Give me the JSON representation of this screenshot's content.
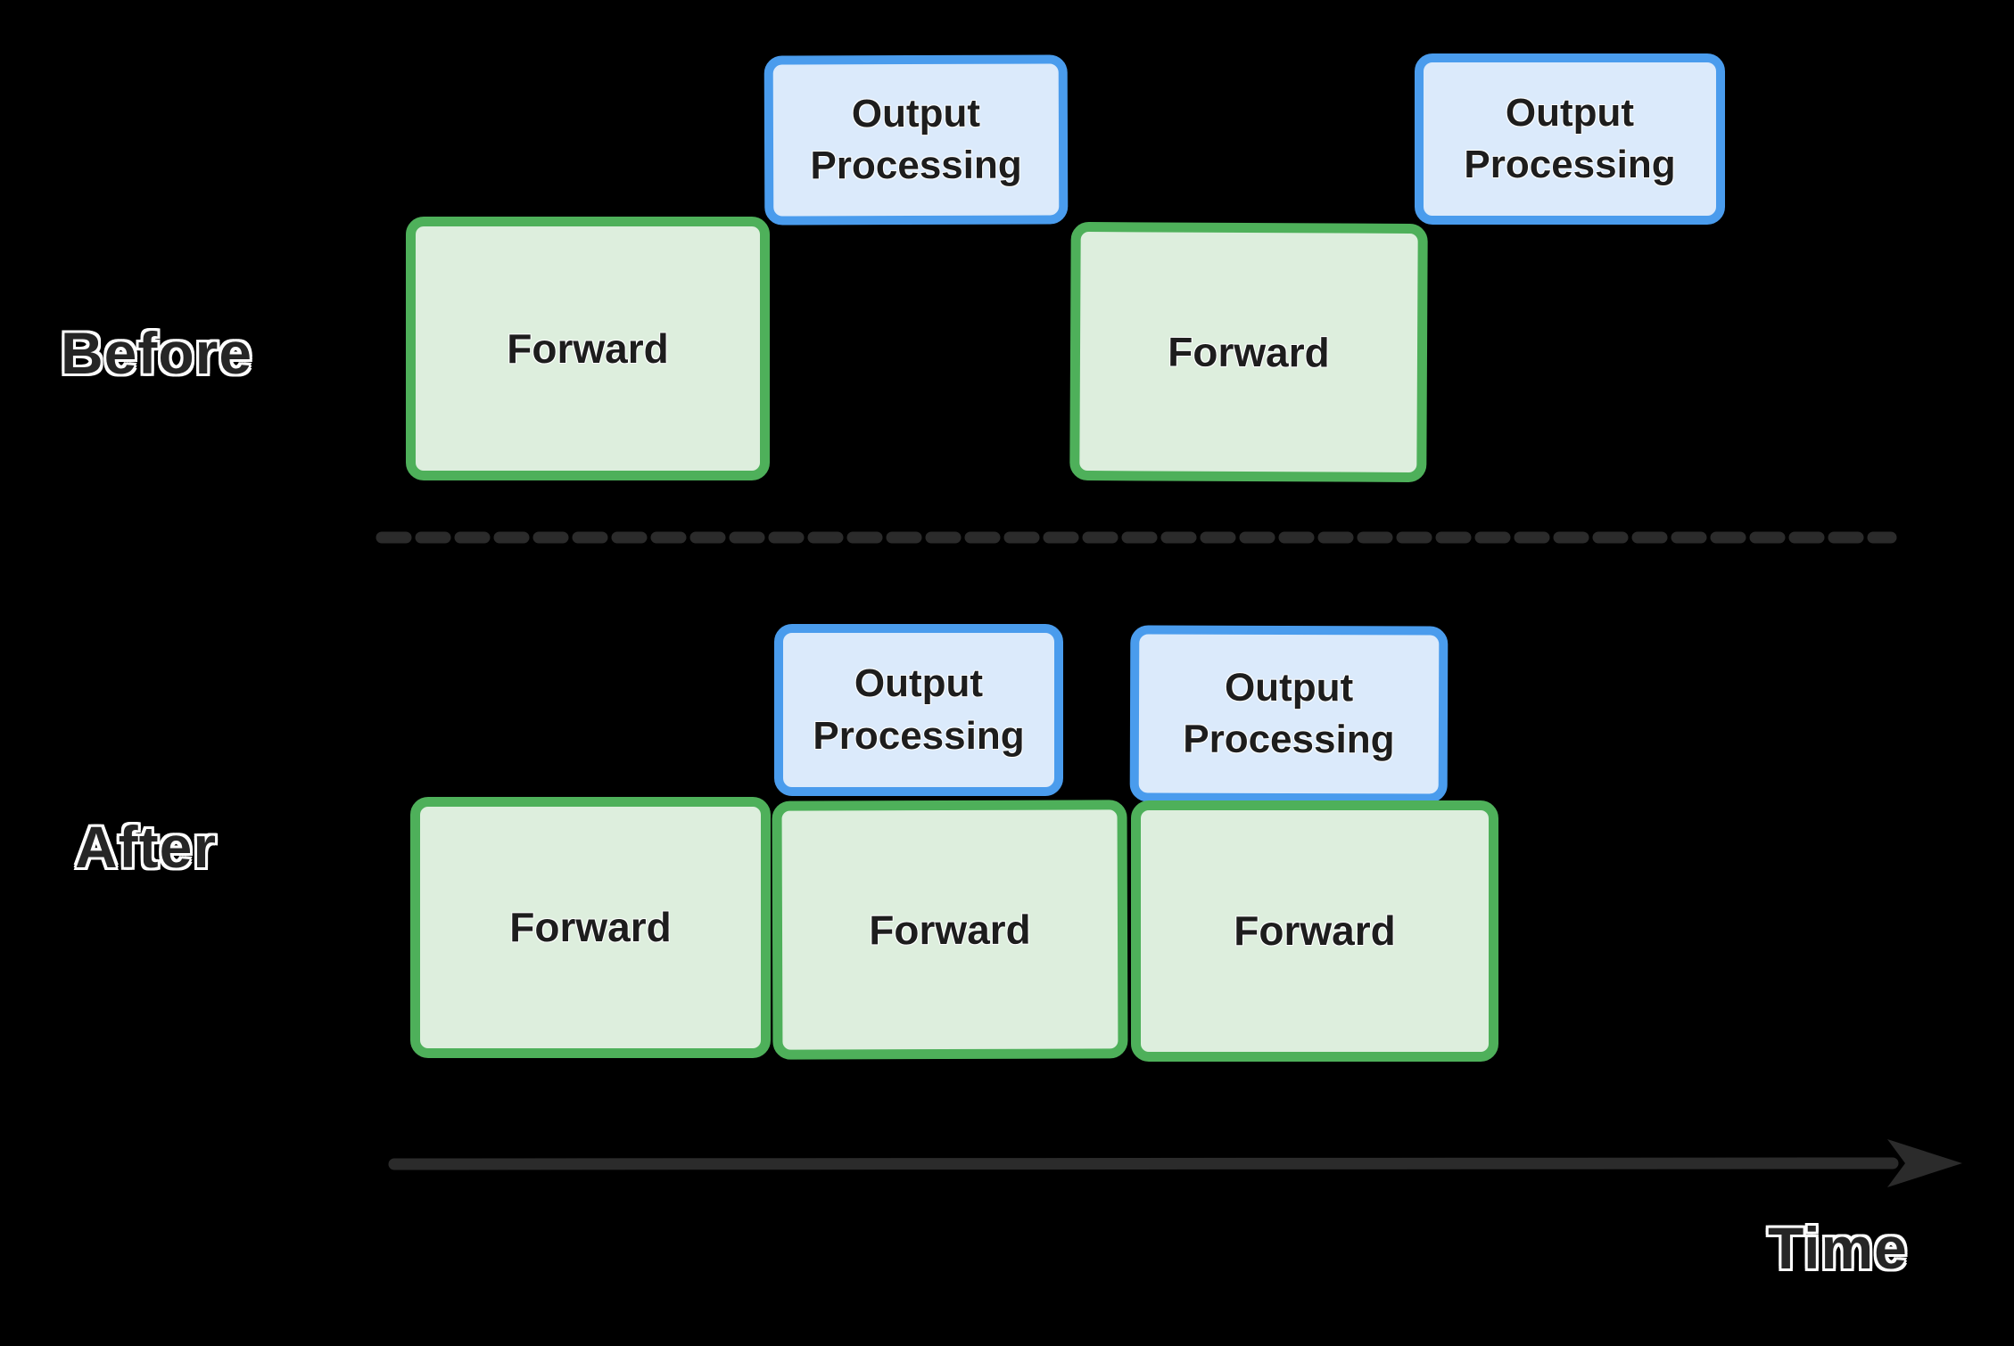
{
  "before_row": {
    "label": "Before",
    "boxes": [
      {
        "kind": "forward",
        "text": "Forward"
      },
      {
        "kind": "output",
        "text": "Output Processing"
      },
      {
        "kind": "forward",
        "text": "Forward"
      },
      {
        "kind": "output",
        "text": "Output Processing"
      }
    ]
  },
  "after_row": {
    "label": "After",
    "boxes": [
      {
        "kind": "output",
        "text": "Output Processing"
      },
      {
        "kind": "output",
        "text": "Output Processing"
      },
      {
        "kind": "forward",
        "text": "Forward"
      },
      {
        "kind": "forward",
        "text": "Forward"
      },
      {
        "kind": "forward",
        "text": "Forward"
      }
    ]
  },
  "time_axis": {
    "label": "Time"
  },
  "colors": {
    "background": "#000000",
    "forward_fill": "#ddeedd",
    "forward_border": "#4eb05a",
    "output_fill": "#dbeafb",
    "output_border": "#4a9ced",
    "divider_dash": "#2b2b2b",
    "time_arrow": "#2b2b2b",
    "label_text": "#262626",
    "box_text": "#1d1d1d"
  }
}
